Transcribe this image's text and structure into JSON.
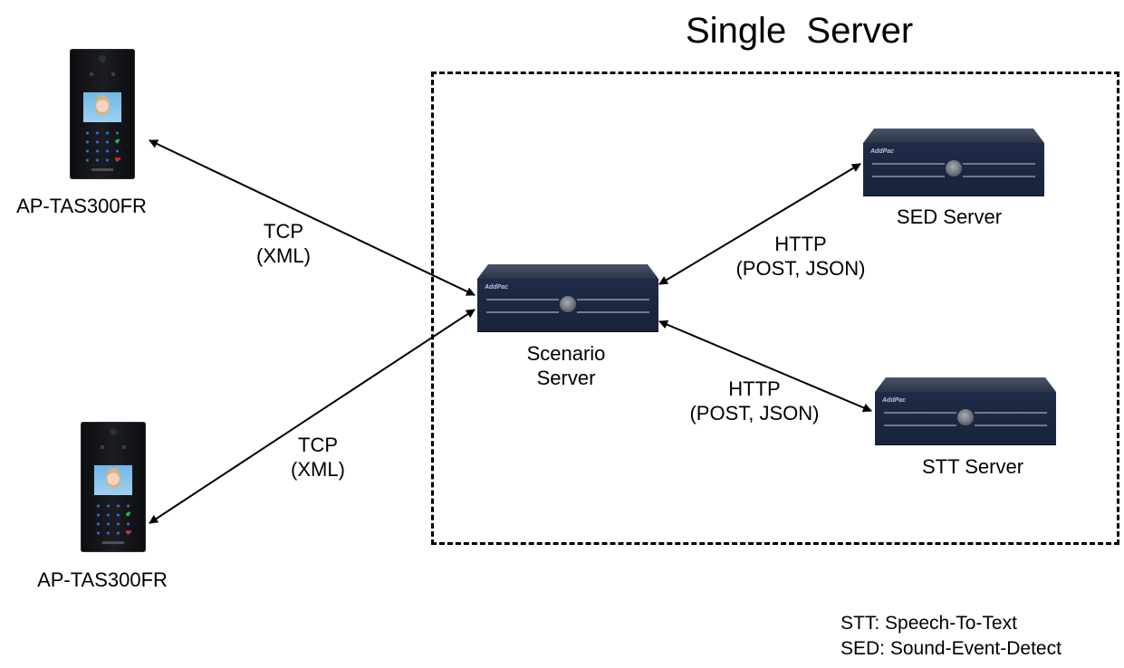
{
  "title": "Single  Server",
  "boundary": {
    "label": "Single Server",
    "style": "dashed"
  },
  "nodes": {
    "intercom_top": {
      "label": "AP-TAS300FR",
      "icon": "door-intercom-icon"
    },
    "intercom_bottom": {
      "label": "AP-TAS300FR",
      "icon": "door-intercom-icon"
    },
    "scenario": {
      "label": "Scenario\nServer",
      "icon": "server-box-icon",
      "brand": "AddPac"
    },
    "sed": {
      "label": "SED Server",
      "icon": "server-box-icon",
      "brand": "AddPac"
    },
    "stt": {
      "label": "STT Server",
      "icon": "server-box-icon",
      "brand": "AddPac"
    }
  },
  "links": [
    {
      "from": "intercom_top",
      "to": "scenario",
      "label": "TCP\n(XML)",
      "bidirectional": true
    },
    {
      "from": "intercom_bottom",
      "to": "scenario",
      "label": "TCP\n(XML)",
      "bidirectional": true
    },
    {
      "from": "scenario",
      "to": "sed",
      "label": "HTTP\n(POST, JSON)",
      "bidirectional": true
    },
    {
      "from": "scenario",
      "to": "stt",
      "label": "HTTP\n(POST, JSON)",
      "bidirectional": true
    }
  ],
  "legend": [
    "STT: Speech-To-Text",
    "SED: Sound-Event-Detect"
  ]
}
